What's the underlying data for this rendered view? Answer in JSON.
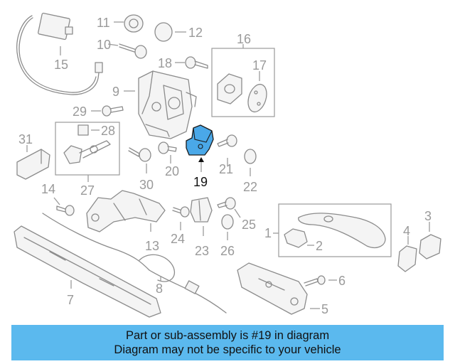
{
  "diagram": {
    "highlighted_part": "19",
    "highlight_color": "#4aa8e8",
    "callouts": {
      "p1": "1",
      "p2": "2",
      "p3": "3",
      "p4": "4",
      "p5": "5",
      "p6": "6",
      "p7": "7",
      "p8": "8",
      "p9": "9",
      "p10": "10",
      "p11": "11",
      "p12": "12",
      "p13": "13",
      "p14": "14",
      "p15": "15",
      "p16": "16",
      "p17": "17",
      "p18": "18",
      "p19": "19",
      "p20": "20",
      "p21": "21",
      "p22": "22",
      "p23": "23",
      "p24": "24",
      "p25": "25",
      "p26": "26",
      "p27": "27",
      "p28": "28",
      "p29": "29",
      "p30": "30",
      "p31": "31"
    }
  },
  "banner": {
    "line1": "Part or sub-assembly is #19 in diagram",
    "line2": "Diagram may not be specific to your vehicle",
    "color": "#5bb9ee"
  }
}
